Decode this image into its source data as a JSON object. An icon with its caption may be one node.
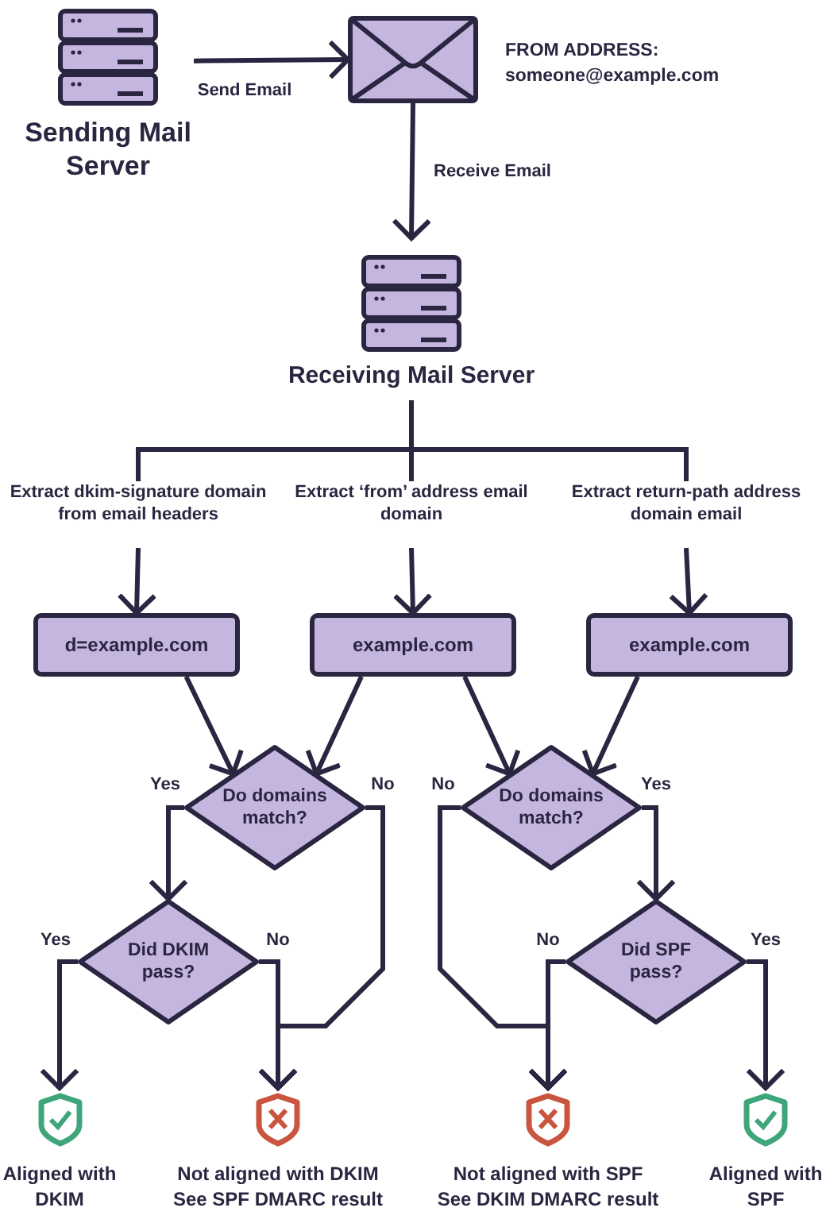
{
  "diagram": {
    "nodes": [
      {
        "text": [
          "Sending Mail Server"
        ]
      },
      {
        "text": [],
        "shape": "envelope",
        "beside": [
          "FROM ADDRESS:",
          "someone@example.com"
        ]
      },
      {
        "text": [
          "Receiving Mail Server"
        ]
      },
      {
        "text": [
          "Extract dkim-signature domain from email headers"
        ]
      },
      {
        "text": [
          "Extract ‘from’ address email domain"
        ]
      },
      {
        "text": [
          "Extract return-path address domain email"
        ]
      },
      {
        "text": [
          "d=example.com"
        ]
      },
      {
        "text": [
          "example.com"
        ]
      },
      {
        "text": [
          "example.com"
        ]
      },
      {
        "text": [
          "Do domains match?"
        ]
      },
      {
        "text": [
          "Do domains match?"
        ]
      },
      {
        "text": [
          "Did DKIM pass?"
        ]
      },
      {
        "text": [
          "Did SPF pass?"
        ]
      },
      {
        "text": [
          "Aligned with DKIM"
        ]
      },
      {
        "text": [
          "Not aligned with DKIM",
          "See SPF DMARC result"
        ]
      },
      {
        "text": [
          "Not aligned with SPF",
          "See DKIM DMARC result"
        ]
      },
      {
        "text": [
          "Aligned with SPF"
        ]
      }
    ],
    "edges": [
      {
        "from": 0,
        "to": 1,
        "arrow": "to",
        "label": "Send Email"
      },
      {
        "from": 1,
        "to": 2,
        "arrow": "to",
        "label": "Receive Email"
      },
      {
        "from": 2,
        "to": 3,
        "arrow": "none"
      },
      {
        "from": 2,
        "to": 4,
        "arrow": "none"
      },
      {
        "from": 2,
        "to": 5,
        "arrow": "none"
      },
      {
        "from": 3,
        "to": 6,
        "arrow": "to"
      },
      {
        "from": 4,
        "to": 7,
        "arrow": "to"
      },
      {
        "from": 5,
        "to": 8,
        "arrow": "to"
      },
      {
        "from": 6,
        "to": 9,
        "arrow": "to"
      },
      {
        "from": 7,
        "to": 9,
        "arrow": "to"
      },
      {
        "from": 7,
        "to": 10,
        "arrow": "to"
      },
      {
        "from": 8,
        "to": 10,
        "arrow": "to"
      },
      {
        "from": 9,
        "to": 11,
        "arrow": "to",
        "label": "Yes"
      },
      {
        "from": 9,
        "to": 14,
        "arrow": "to",
        "label": "No"
      },
      {
        "from": 11,
        "to": 13,
        "arrow": "to",
        "label": "Yes"
      },
      {
        "from": 11,
        "to": 14,
        "arrow": "to",
        "label": "No"
      },
      {
        "from": 10,
        "to": 12,
        "arrow": "to",
        "label": "Yes"
      },
      {
        "from": 10,
        "to": 15,
        "arrow": "to",
        "label": "No"
      },
      {
        "from": 12,
        "to": 16,
        "arrow": "to",
        "label": "Yes"
      },
      {
        "from": 12,
        "to": 15,
        "arrow": "to",
        "label": "No"
      }
    ]
  }
}
